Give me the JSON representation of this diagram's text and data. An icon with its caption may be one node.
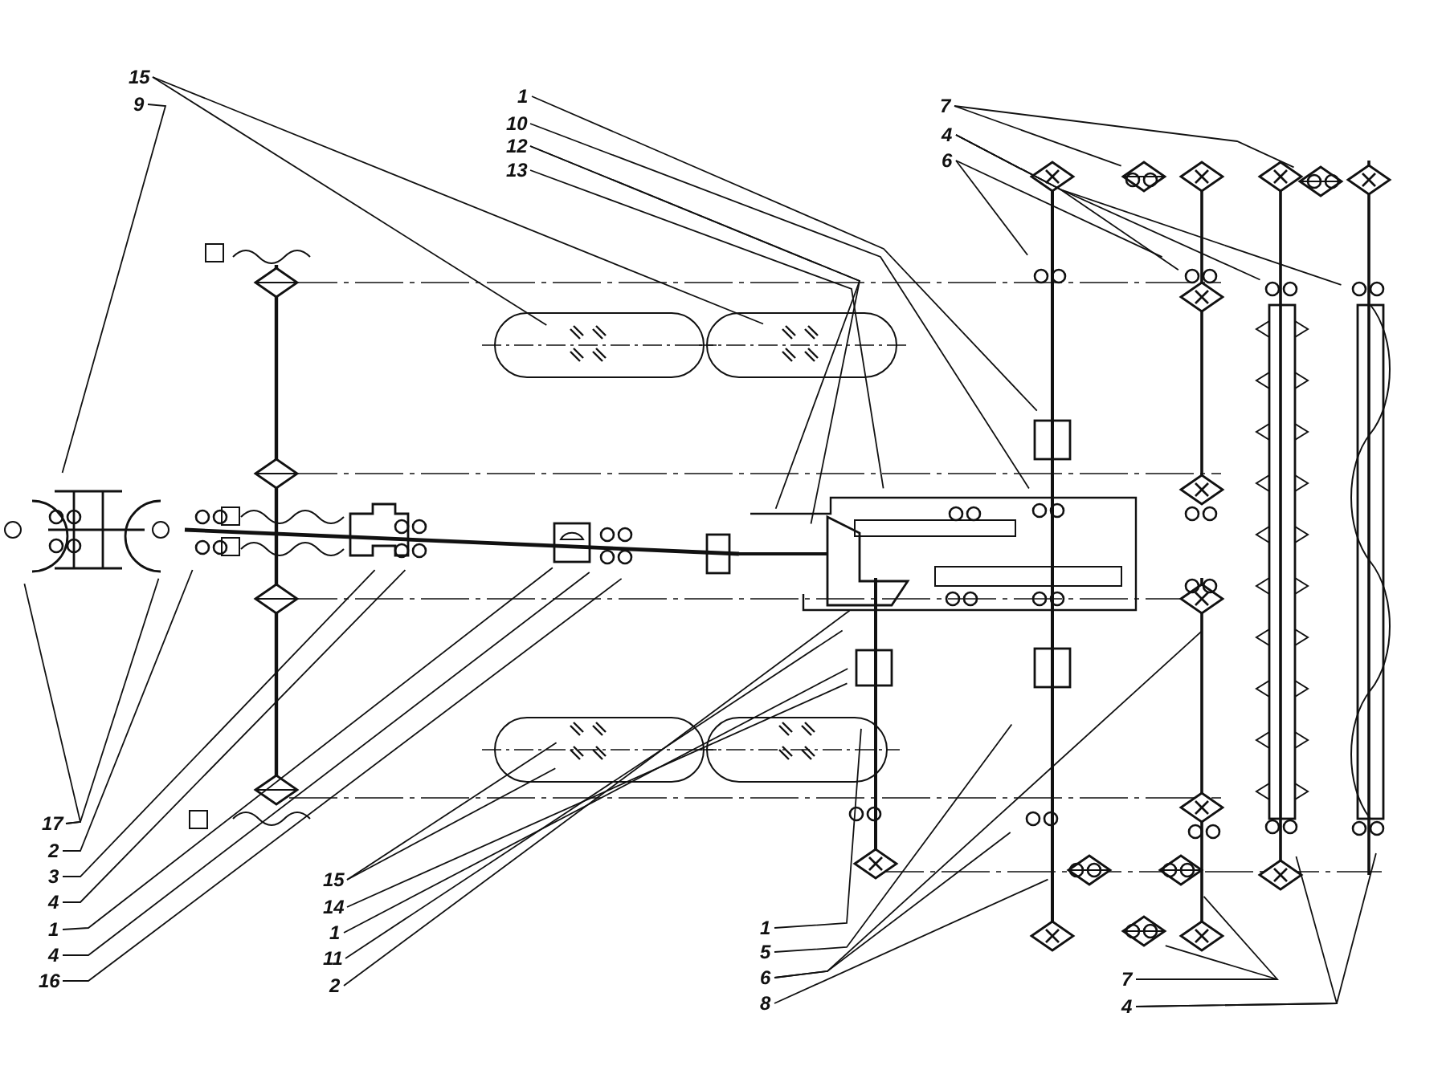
{
  "diagram": {
    "nodes": [
      {
        "text": [
          "15"
        ]
      },
      {
        "text": [
          "9"
        ]
      },
      {
        "text": [
          "1"
        ]
      },
      {
        "text": [
          "10"
        ]
      },
      {
        "text": [
          "12"
        ]
      },
      {
        "text": [
          "13"
        ]
      },
      {
        "text": [
          "7"
        ]
      },
      {
        "text": [
          "4"
        ]
      },
      {
        "text": [
          "6"
        ]
      },
      {
        "text": [
          "17"
        ]
      },
      {
        "text": [
          "2"
        ]
      },
      {
        "text": [
          "3"
        ]
      },
      {
        "text": [
          "4"
        ]
      },
      {
        "text": [
          "1"
        ]
      },
      {
        "text": [
          "4"
        ]
      },
      {
        "text": [
          "16"
        ]
      },
      {
        "text": [
          "15"
        ]
      },
      {
        "text": [
          "14"
        ]
      },
      {
        "text": [
          "1"
        ]
      },
      {
        "text": [
          "11"
        ]
      },
      {
        "text": [
          "2"
        ]
      },
      {
        "text": [
          "1"
        ]
      },
      {
        "text": [
          "5"
        ]
      },
      {
        "text": [
          "6"
        ]
      },
      {
        "text": [
          "8"
        ]
      },
      {
        "text": [
          "7"
        ]
      },
      {
        "text": [
          "4"
        ]
      }
    ],
    "edges": [
      {
        "from": 0,
        "to": null,
        "arrow": "none"
      },
      {
        "from": 0,
        "to": null,
        "arrow": "none"
      },
      {
        "from": 1,
        "to": null,
        "arrow": "none"
      },
      {
        "from": 2,
        "to": null,
        "arrow": "none"
      },
      {
        "from": 3,
        "to": null,
        "arrow": "none"
      },
      {
        "from": 4,
        "to": null,
        "arrow": "none"
      },
      {
        "from": 4,
        "to": null,
        "arrow": "none"
      },
      {
        "from": 5,
        "to": null,
        "arrow": "none"
      },
      {
        "from": 6,
        "to": null,
        "arrow": "none"
      },
      {
        "from": 6,
        "to": null,
        "arrow": "none"
      },
      {
        "from": 7,
        "to": null,
        "arrow": "none"
      },
      {
        "from": 7,
        "to": null,
        "arrow": "none"
      },
      {
        "from": 7,
        "to": null,
        "arrow": "none"
      },
      {
        "from": 8,
        "to": null,
        "arrow": "none"
      },
      {
        "from": 8,
        "to": null,
        "arrow": "none"
      },
      {
        "from": 9,
        "to": null,
        "arrow": "none"
      },
      {
        "from": 9,
        "to": null,
        "arrow": "none"
      },
      {
        "from": 10,
        "to": null,
        "arrow": "none"
      },
      {
        "from": 11,
        "to": null,
        "arrow": "none"
      },
      {
        "from": 12,
        "to": null,
        "arrow": "none"
      },
      {
        "from": 13,
        "to": null,
        "arrow": "none"
      },
      {
        "from": 14,
        "to": null,
        "arrow": "none"
      },
      {
        "from": 15,
        "to": null,
        "arrow": "none"
      },
      {
        "from": 16,
        "to": null,
        "arrow": "none"
      },
      {
        "from": 16,
        "to": null,
        "arrow": "none"
      },
      {
        "from": 17,
        "to": null,
        "arrow": "none"
      },
      {
        "from": 18,
        "to": null,
        "arrow": "none"
      },
      {
        "from": 19,
        "to": null,
        "arrow": "none"
      },
      {
        "from": 20,
        "to": null,
        "arrow": "none"
      },
      {
        "from": 21,
        "to": null,
        "arrow": "none"
      },
      {
        "from": 22,
        "to": null,
        "arrow": "none"
      },
      {
        "from": 23,
        "to": null,
        "arrow": "none"
      },
      {
        "from": 23,
        "to": null,
        "arrow": "none"
      },
      {
        "from": 24,
        "to": null,
        "arrow": "none"
      },
      {
        "from": 25,
        "to": null,
        "arrow": "none"
      },
      {
        "from": 25,
        "to": null,
        "arrow": "none"
      },
      {
        "from": 26,
        "to": null,
        "arrow": "none"
      },
      {
        "from": 26,
        "to": null,
        "arrow": "none"
      }
    ]
  }
}
